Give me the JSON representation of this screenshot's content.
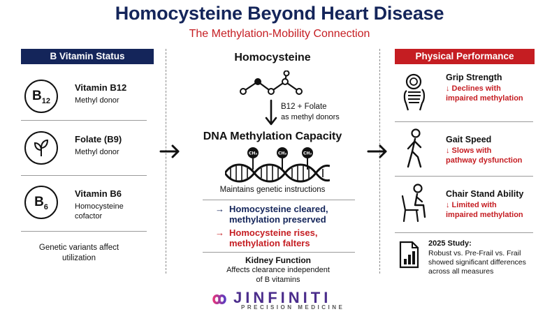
{
  "header": {
    "title": "Homocysteine Beyond Heart Disease",
    "subtitle": "The Methylation-Mobility Connection"
  },
  "left": {
    "heading": "B Vitamin Status",
    "vitamins": [
      {
        "symbol": "B",
        "sub": "12",
        "name": "Vitamin B12",
        "desc": "Methyl donor"
      },
      {
        "symbol": "",
        "sub": "",
        "name": "Folate (B9)",
        "desc": "Methyl donor",
        "icon": "leaf-icon"
      },
      {
        "symbol": "B",
        "sub": "6",
        "name": "Vitamin B6",
        "desc": "Homocysteine cofactor"
      }
    ],
    "note": "Genetic variants affect utilization"
  },
  "center": {
    "molecule_label": "Homocysteine",
    "step_label": "B12 + Folate",
    "step_sub": "as methyl donors",
    "dna_title": "DNA Methylation Capacity",
    "methyl_tag": "CH₃",
    "dna_caption": "Maintains genetic instructions",
    "outcomes": [
      {
        "text": "Homocysteine cleared, methylation preserved",
        "tone": "blue",
        "color": "#14255a"
      },
      {
        "text": "Homocysteine rises, methylation falters",
        "tone": "red",
        "color": "#c51d22"
      }
    ],
    "kidney_title": "Kidney Function",
    "kidney_desc": "Affects clearance independent of B vitamins"
  },
  "right": {
    "heading": "Physical Performance",
    "measures": [
      {
        "name": "Grip Strength",
        "desc": "↓ Declines with impaired methylation",
        "icon": "grip-hand-icon"
      },
      {
        "name": "Gait Speed",
        "desc": "↓ Slows with pathway dysfunction",
        "icon": "walking-person-icon"
      },
      {
        "name": "Chair Stand Ability",
        "desc": "↓ Limited with impaired methylation",
        "icon": "chair-stand-icon"
      }
    ],
    "study_title": "2025 Study:",
    "study_text": "Robust vs. Pre-Frail vs. Frail showed significant differences across all measures"
  },
  "brand": {
    "name": "JINFINITI",
    "tagline": "PRECISION MEDICINE"
  },
  "colors": {
    "navy": "#14255a",
    "red": "#c51d22",
    "brand_purple": "#4b2d8c"
  }
}
